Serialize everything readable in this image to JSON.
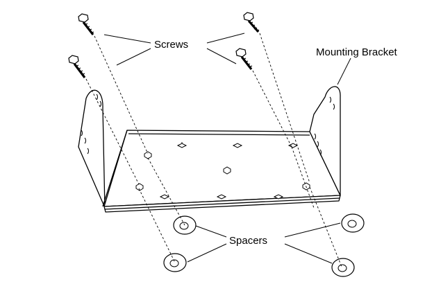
{
  "labels": {
    "screws": "Screws",
    "mounting_bracket": "Mounting Bracket",
    "spacers": "Spacers"
  },
  "colors": {
    "ink": "#000000",
    "paper": "#ffffff"
  }
}
